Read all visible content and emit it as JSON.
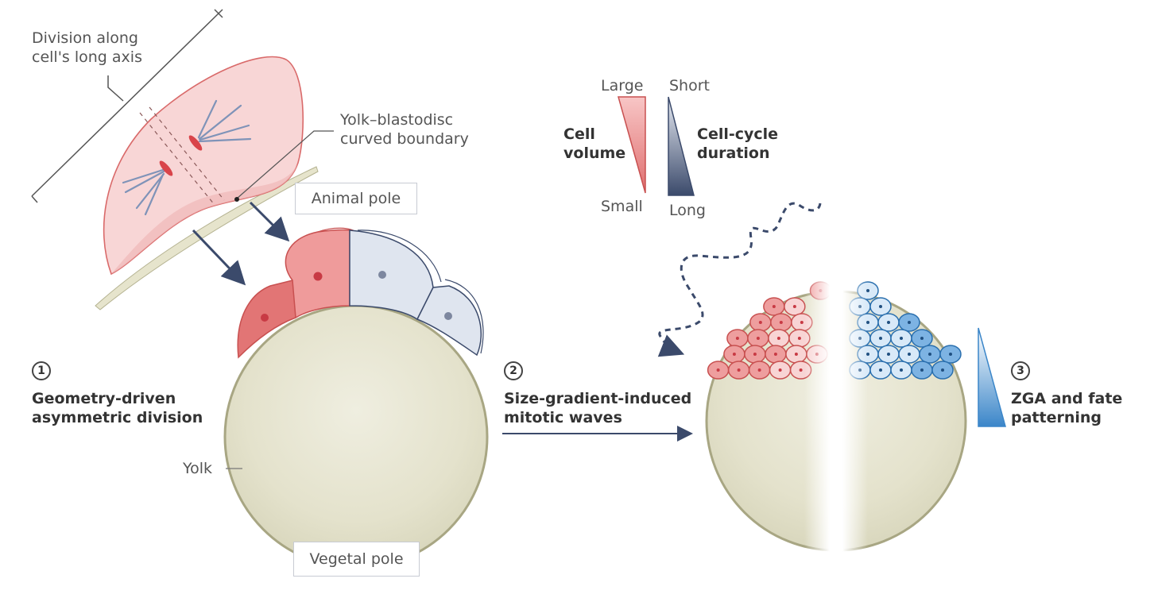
{
  "labels": {
    "division_axis": [
      "Division along",
      "cell's long axis"
    ],
    "boundary": [
      "Yolk–blastodisc",
      "curved boundary"
    ],
    "animal_pole": "Animal pole",
    "vegetal_pole": "Vegetal pole",
    "yolk": "Yolk",
    "cell_volume": [
      "Cell",
      "volume"
    ],
    "cell_volume_large": "Large",
    "cell_volume_small": "Small",
    "cycle_duration": [
      "Cell-cycle",
      "duration"
    ],
    "cycle_short": "Short",
    "cycle_long": "Long"
  },
  "steps": [
    {
      "number": "1",
      "title": [
        "Geometry-driven",
        "asymmetric division"
      ]
    },
    {
      "number": "2",
      "title": [
        "Size-gradient-induced",
        "mitotic waves"
      ]
    },
    {
      "number": "3",
      "title": [
        "ZGA and fate",
        "patterning"
      ]
    }
  ],
  "colors": {
    "red": "#e07a7a",
    "red_light": "#f6c9c9",
    "blue": "#3b86c9",
    "blue_light": "#d6e6f6",
    "navy": "#3b4a6b",
    "yolk": "#e8e6d2",
    "yolk_edge": "#a8a683"
  }
}
